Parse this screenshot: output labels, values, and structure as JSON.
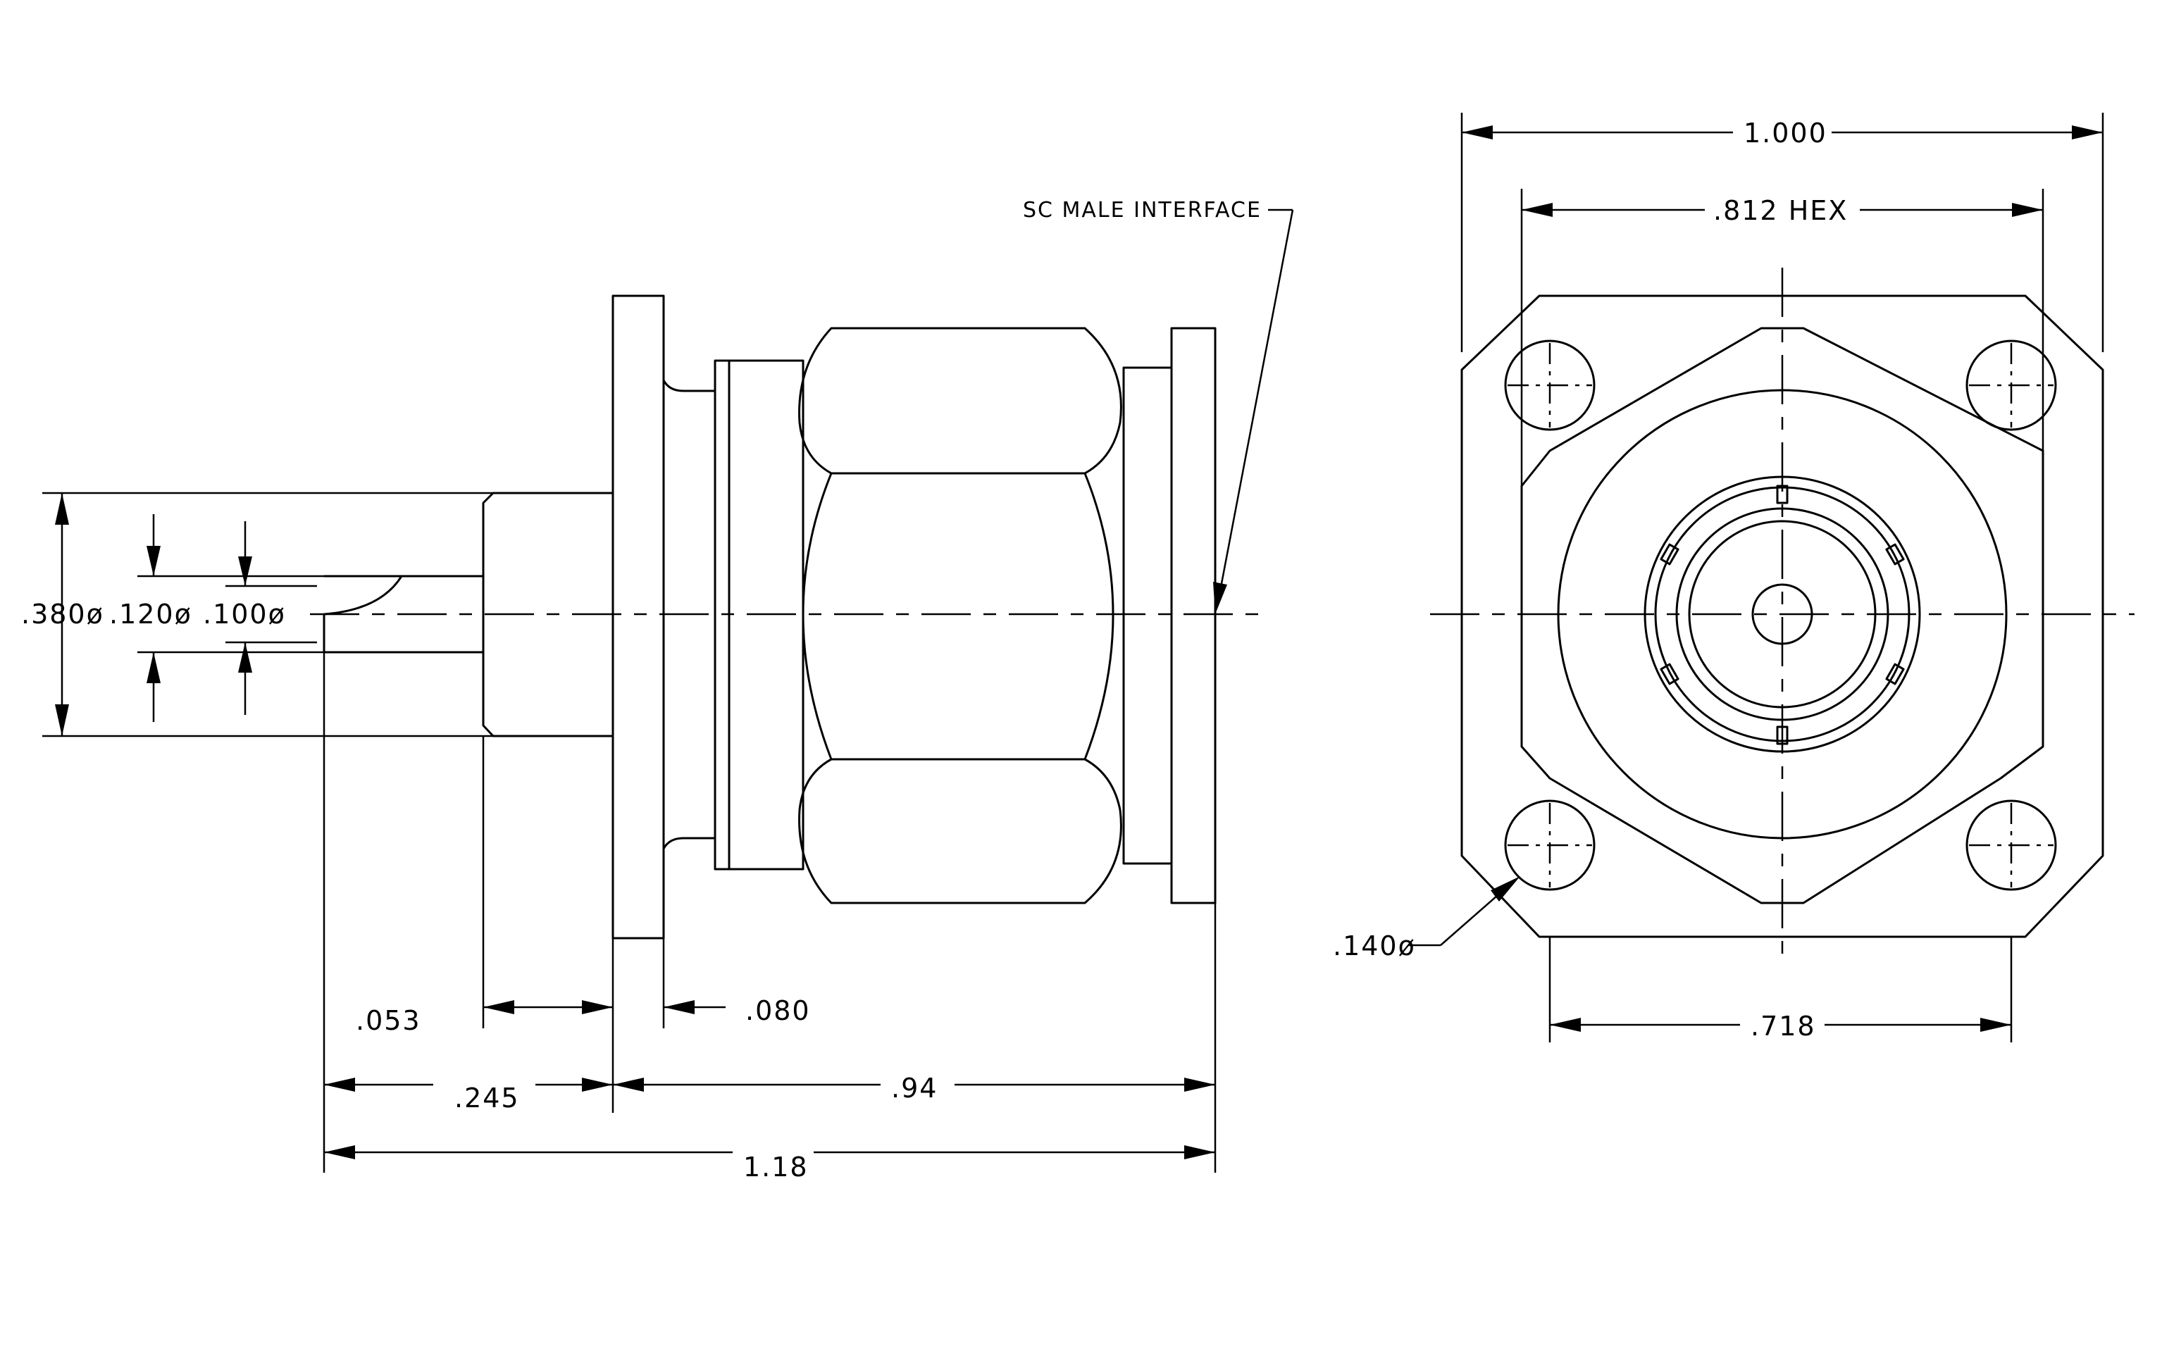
{
  "drawing": {
    "callout": "SC MALE INTERFACE",
    "dimensions": {
      "overall_width": "1.000",
      "hex_across_flats": ".812 HEX",
      "hole_spacing": ".718",
      "hole_diameter": ".140ø",
      "pin_outer_diameter": ".380ø",
      "pin_mid_diameter": ".120ø",
      "pin_inner_diameter": ".100ø",
      "shoulder_length": ".053",
      "flange_thickness": ".080",
      "pin_length": ".245",
      "body_length": ".94",
      "overall_length": "1.18"
    }
  }
}
